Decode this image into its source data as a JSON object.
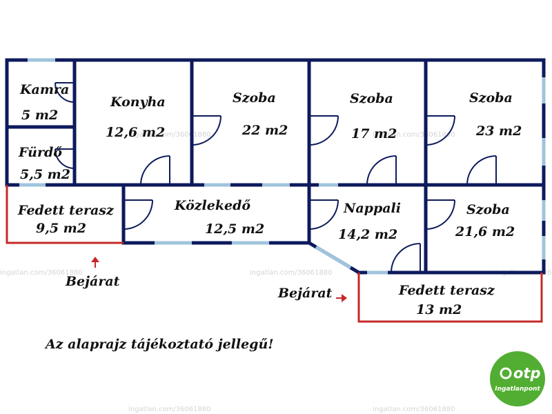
{
  "rooms": {
    "kamra": {
      "name": "Kamra",
      "area": "5 m2"
    },
    "konyha": {
      "name": "Konyha",
      "area": "12,6 m2"
    },
    "szoba1": {
      "name": "Szoba",
      "area": "22 m2"
    },
    "szoba2": {
      "name": "Szoba",
      "area": "17 m2"
    },
    "szoba3": {
      "name": "Szoba",
      "area": "23 m2"
    },
    "furdo": {
      "name": "Fürdő",
      "area": "5,5 m2"
    },
    "terasz1": {
      "name": "Fedett terasz",
      "area": "9,5 m2"
    },
    "kozlekedo": {
      "name": "Közlekedő",
      "area": "12,5 m2"
    },
    "nappali": {
      "name": "Nappali",
      "area": "14,2 m2"
    },
    "szoba4": {
      "name": "Szoba",
      "area": "21,6 m2"
    },
    "terasz2": {
      "name": "Fedett terasz",
      "area": "13 m2"
    }
  },
  "entrances": {
    "left": "Bejárat",
    "right": "Bejárat"
  },
  "note": "Az alaprajz tájékoztató jellegű!",
  "watermark": "ingatlan.com/36061880",
  "logo": {
    "brand": "otp",
    "sub": "Ingatlanpont",
    "color": "#52ae32"
  },
  "colors": {
    "wall": "#0d1a5c",
    "window": "#9fc4dd",
    "terrace": "#c62828"
  }
}
